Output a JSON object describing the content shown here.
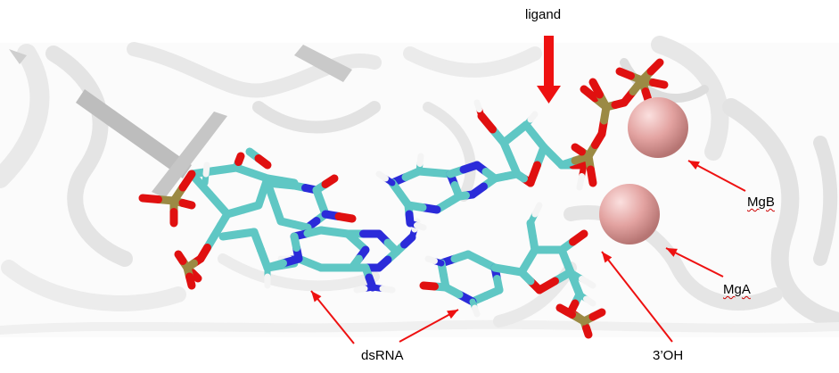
{
  "labels": {
    "ligand": "ligand",
    "mgb": "MgB",
    "mga": "MgA",
    "three_oh": "3’OH",
    "dsrna": "dsRNA"
  },
  "colors": {
    "arrow": "#ee1111",
    "carbon": "#5fc7c4",
    "nitrogen": "#2b2bd9",
    "oxygen": "#e01010",
    "hydrogen": "#f4f4f4",
    "phosphorus": "#9b8a44",
    "magnesium": "#e8a8a6",
    "protein": "#e6e6e6"
  }
}
